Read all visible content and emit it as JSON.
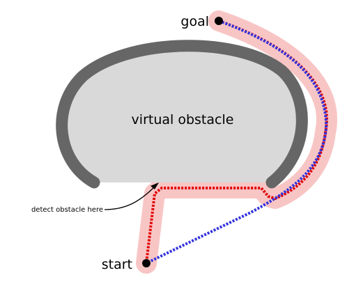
{
  "labels": {
    "goal": "goal",
    "start": "start",
    "obstacle": "virtual obstacle",
    "detect": "detect obstacle here"
  },
  "colors": {
    "obstacle_fill": "#d9d9d9",
    "obstacle_border": "#666666",
    "corridor": "#f8c5c5",
    "planned_path": "#e00000",
    "direct_path": "#3333dd",
    "marker": "#000000",
    "pointer": "#000000"
  }
}
